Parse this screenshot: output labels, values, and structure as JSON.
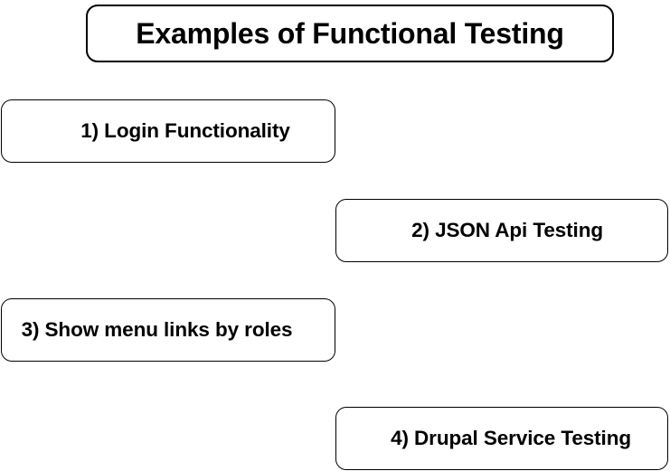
{
  "diagram": {
    "title_box": {
      "label": "Examples of Functional Testing"
    },
    "items": [
      {
        "label": "1) Login Functionality"
      },
      {
        "label": "2) JSON Api Testing"
      },
      {
        "label": "3) Show menu links by roles"
      },
      {
        "label": "4) Drupal Service Testing"
      }
    ],
    "colors": {
      "background": "#ffffff",
      "box_fill": "#ffffff",
      "border": "#000000",
      "text": "#000000"
    }
  }
}
